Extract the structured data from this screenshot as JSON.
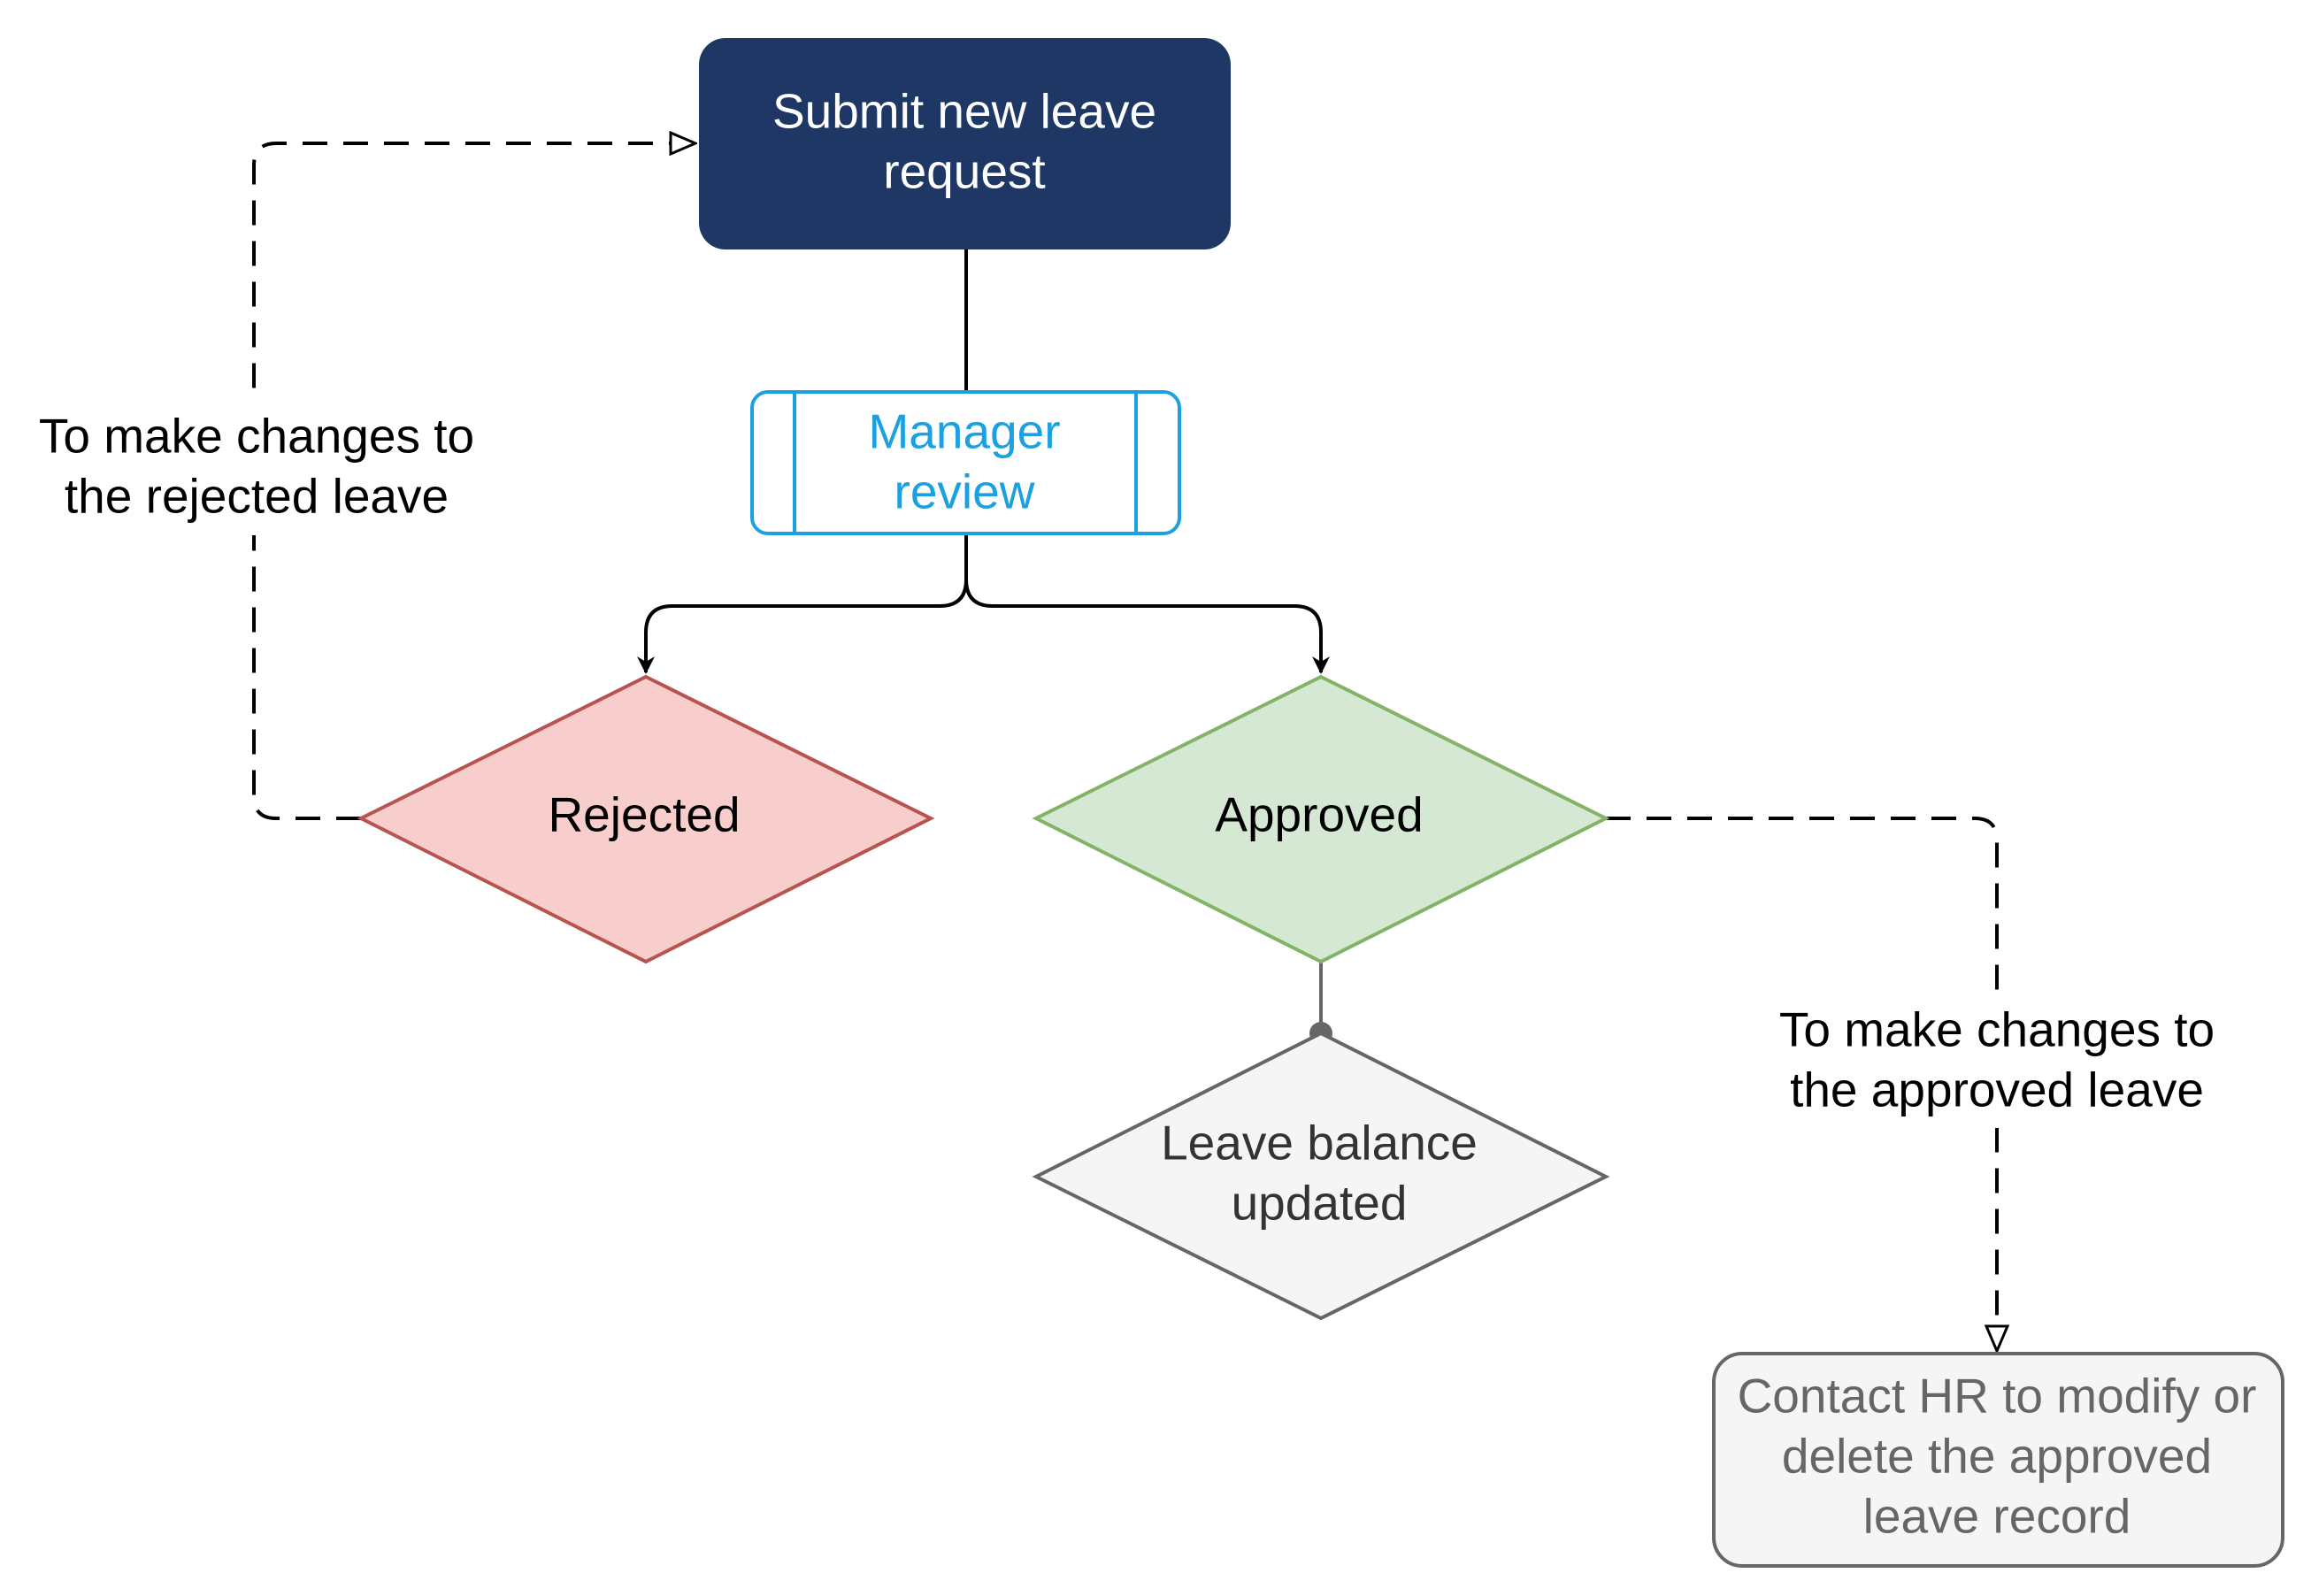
{
  "nodes": {
    "submit": {
      "line1": "Submit new leave",
      "line2": "request"
    },
    "review": {
      "line1": "Manager",
      "line2": "review"
    },
    "rejected": {
      "label": "Rejected"
    },
    "approved": {
      "label": "Approved"
    },
    "balance": {
      "line1": "Leave balance",
      "line2": "updated"
    },
    "contact_hr": {
      "line1": "Contact HR to modify or",
      "line2": "delete the approved",
      "line3": "leave record"
    }
  },
  "edge_labels": {
    "rejected_loop": {
      "line1": "To make changes to",
      "line2": "the rejected leave"
    },
    "approved_path": {
      "line1": "To make changes to",
      "line2": "the approved leave"
    }
  },
  "colors": {
    "submit_fill": "#1e3765",
    "submit_text": "#ffffff",
    "review_stroke": "#1ba1e2",
    "review_text": "#1ba1e2",
    "rejected_fill": "#f8cecc",
    "rejected_stroke": "#b85450",
    "approved_fill": "#d5e8d4",
    "approved_stroke": "#82b366",
    "neutral_fill": "#f5f5f5",
    "neutral_stroke": "#666666",
    "neutral_text": "#333333",
    "contact_text": "#666666",
    "edge": "#000000"
  }
}
